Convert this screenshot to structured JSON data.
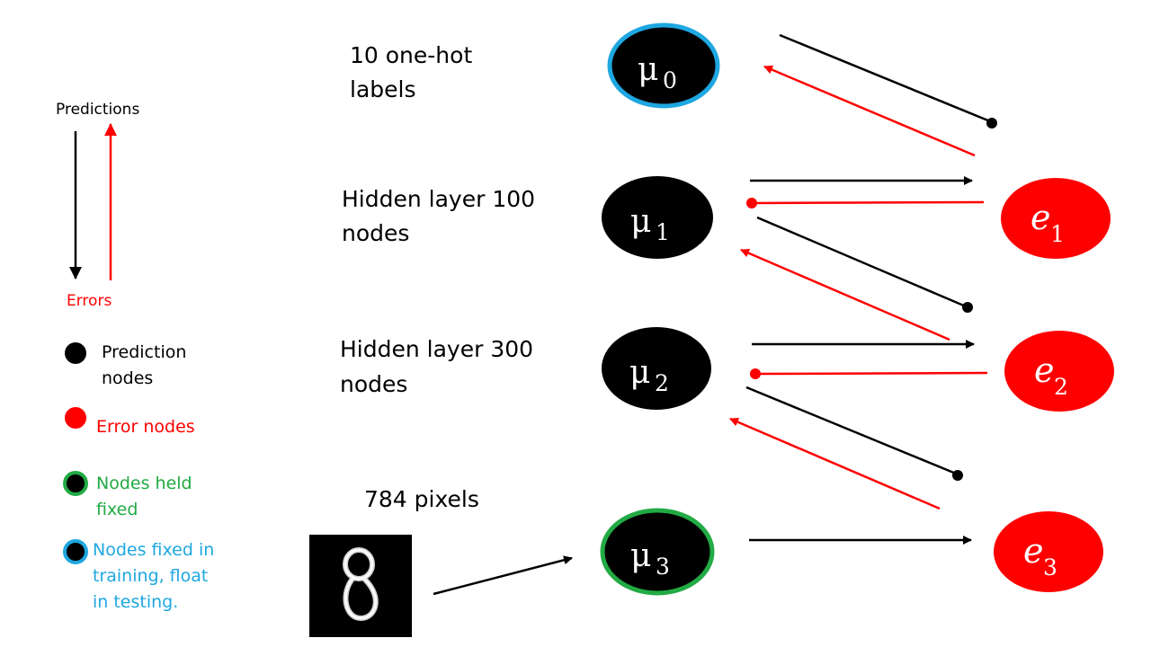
{
  "colors": {
    "prediction": "#000000",
    "error": "#ff0000",
    "fixed": "#22aa44",
    "fixed_training": "#1ea7e0",
    "node_text": "#ffffff"
  },
  "legend": {
    "predictions": "Predictions",
    "errors": "Errors",
    "prediction_nodes": [
      "Prediction",
      "nodes"
    ],
    "error_nodes": "Error nodes",
    "fixed_nodes": [
      "Nodes held",
      "fixed"
    ],
    "fixed_training_nodes": [
      "Nodes fixed in",
      "training, float",
      "in testing."
    ]
  },
  "layers": {
    "labels": [
      "10 one-hot",
      "labels"
    ],
    "hidden1": [
      "Hidden layer 100",
      "nodes"
    ],
    "hidden2": [
      "Hidden layer 300",
      "nodes"
    ],
    "pixels": "784 pixels"
  },
  "nodes": {
    "mu0": {
      "symbol": "μ",
      "sub": "0"
    },
    "mu1": {
      "symbol": "μ",
      "sub": "1"
    },
    "mu2": {
      "symbol": "μ",
      "sub": "2"
    },
    "mu3": {
      "symbol": "μ",
      "sub": "3"
    },
    "e1": {
      "symbol": "e",
      "sub": "1"
    },
    "e2": {
      "symbol": "e",
      "sub": "2"
    },
    "e3": {
      "symbol": "e",
      "sub": "3"
    }
  },
  "mnist_digit_icon": "digit-eight-icon"
}
